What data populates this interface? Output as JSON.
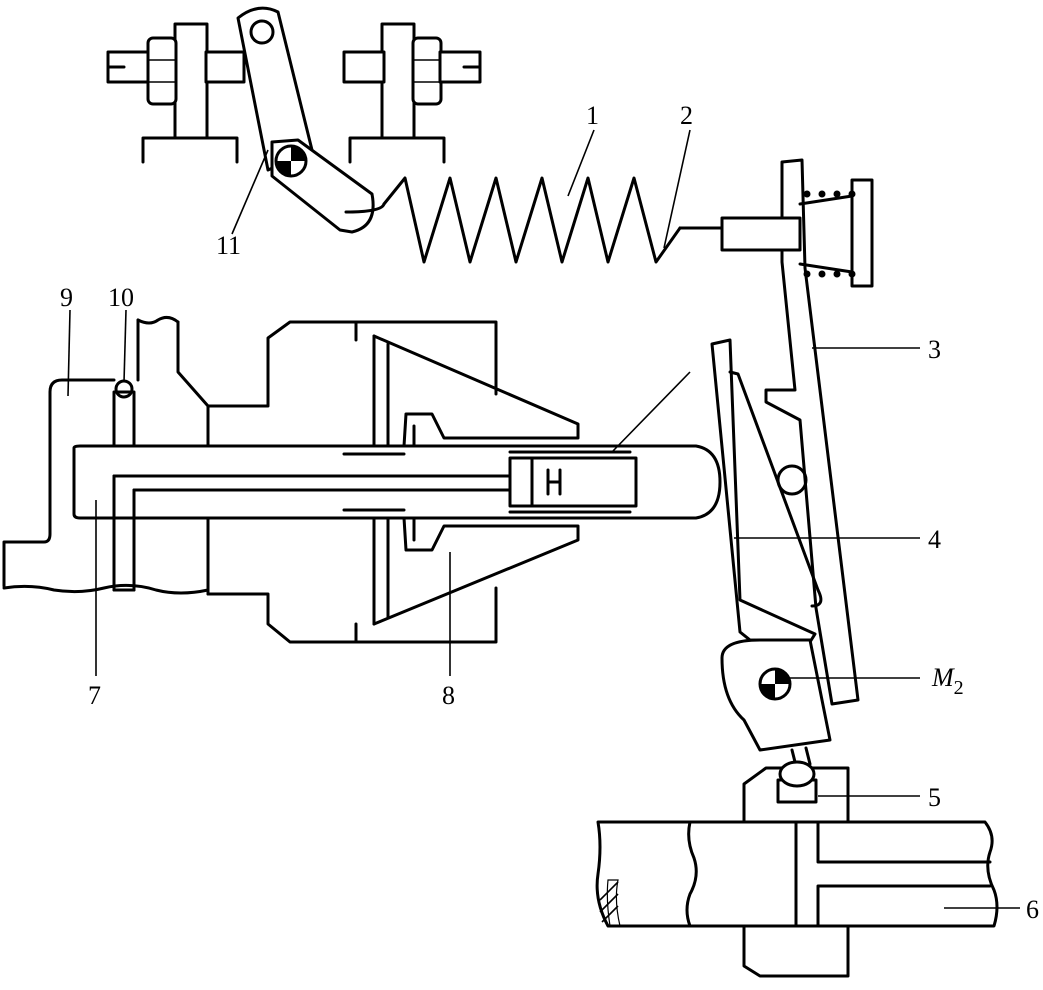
{
  "labels": {
    "l1": "1",
    "l2": "2",
    "l3": "3",
    "l4": "4",
    "l5": "5",
    "l6": "6",
    "l7": "7",
    "l8": "8",
    "l9": "9",
    "l10": "10",
    "l11": "11",
    "m2_letter": "M",
    "m2_sub": "2"
  }
}
